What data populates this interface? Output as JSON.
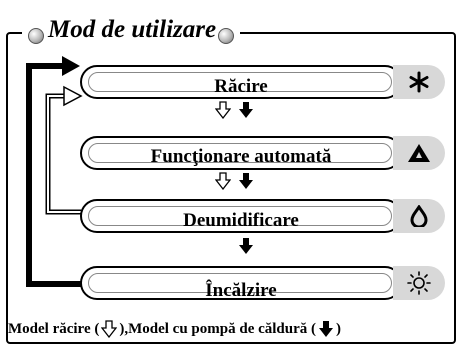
{
  "title": "Mod de utilizare",
  "modes": [
    {
      "label": "Răcire",
      "icon": "snowflake-icon"
    },
    {
      "label": "Funcţionare automată",
      "icon": "auto-triangle-icon"
    },
    {
      "label": "Deumidificare",
      "icon": "droplet-icon"
    },
    {
      "label": "Încălzire",
      "icon": "sun-icon"
    }
  ],
  "legend": {
    "part1": "Model răcire (",
    "part2": "),Model cu pompă de căldură (",
    "part3": ")"
  },
  "colors": {
    "frame": "#000000",
    "icon_tab": "#d8d8d8",
    "knob": "#b8b8b8"
  }
}
